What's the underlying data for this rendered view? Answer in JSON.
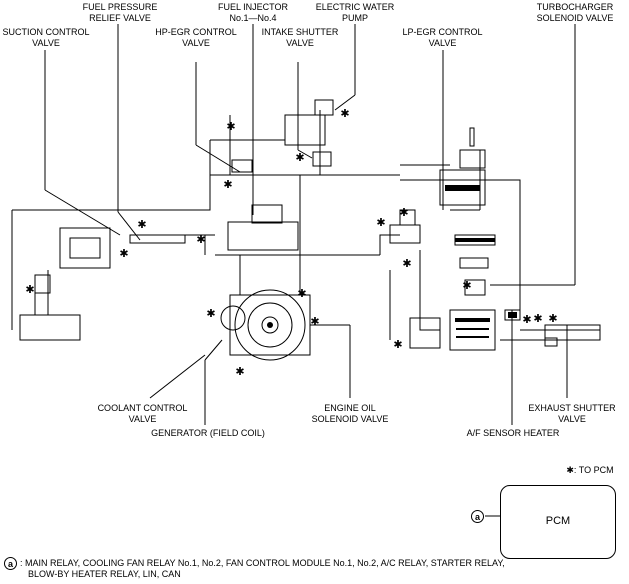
{
  "labels": {
    "fuel_pressure_relief_valve": [
      "FUEL PRESSURE",
      "RELIEF VALVE"
    ],
    "fuel_injector": [
      "FUEL INJECTOR",
      "No.1—No.4"
    ],
    "electric_water_pump": [
      "ELECTRIC WATER",
      "PUMP"
    ],
    "turbocharger_solenoid_valve": [
      "TURBOCHARGER",
      "SOLENOID VALVE"
    ],
    "suction_control_valve": [
      "SUCTION CONTROL",
      "VALVE"
    ],
    "hp_egr_control_valve": [
      "HP-EGR CONTROL",
      "VALVE"
    ],
    "intake_shutter_valve": [
      "INTAKE SHUTTER",
      "VALVE"
    ],
    "lp_egr_control_valve": [
      "LP-EGR CONTROL",
      "VALVE"
    ],
    "coolant_control_valve": [
      "COOLANT CONTROL",
      "VALVE"
    ],
    "engine_oil_solenoid_valve": [
      "ENGINE OIL",
      "SOLENOID VALVE"
    ],
    "exhaust_shutter_valve": [
      "EXHAUST SHUTTER",
      "VALVE"
    ],
    "generator": "GENERATOR (FIELD COIL)",
    "af_sensor_heater": "A/F SENSOR HEATER"
  },
  "legend": {
    "to_pcm": "✱: TO PCM"
  },
  "pcm": {
    "label": "PCM",
    "connector": "a"
  },
  "footnote": {
    "marker": "a",
    "lines": [
      ": MAIN RELAY, COOLING FAN RELAY No.1, No.2, FAN CONTROL MODULE No.1, No.2, A/C RELAY, STARTER RELAY,",
      "BLOW-BY HEATER RELAY, LIN, CAN"
    ]
  }
}
